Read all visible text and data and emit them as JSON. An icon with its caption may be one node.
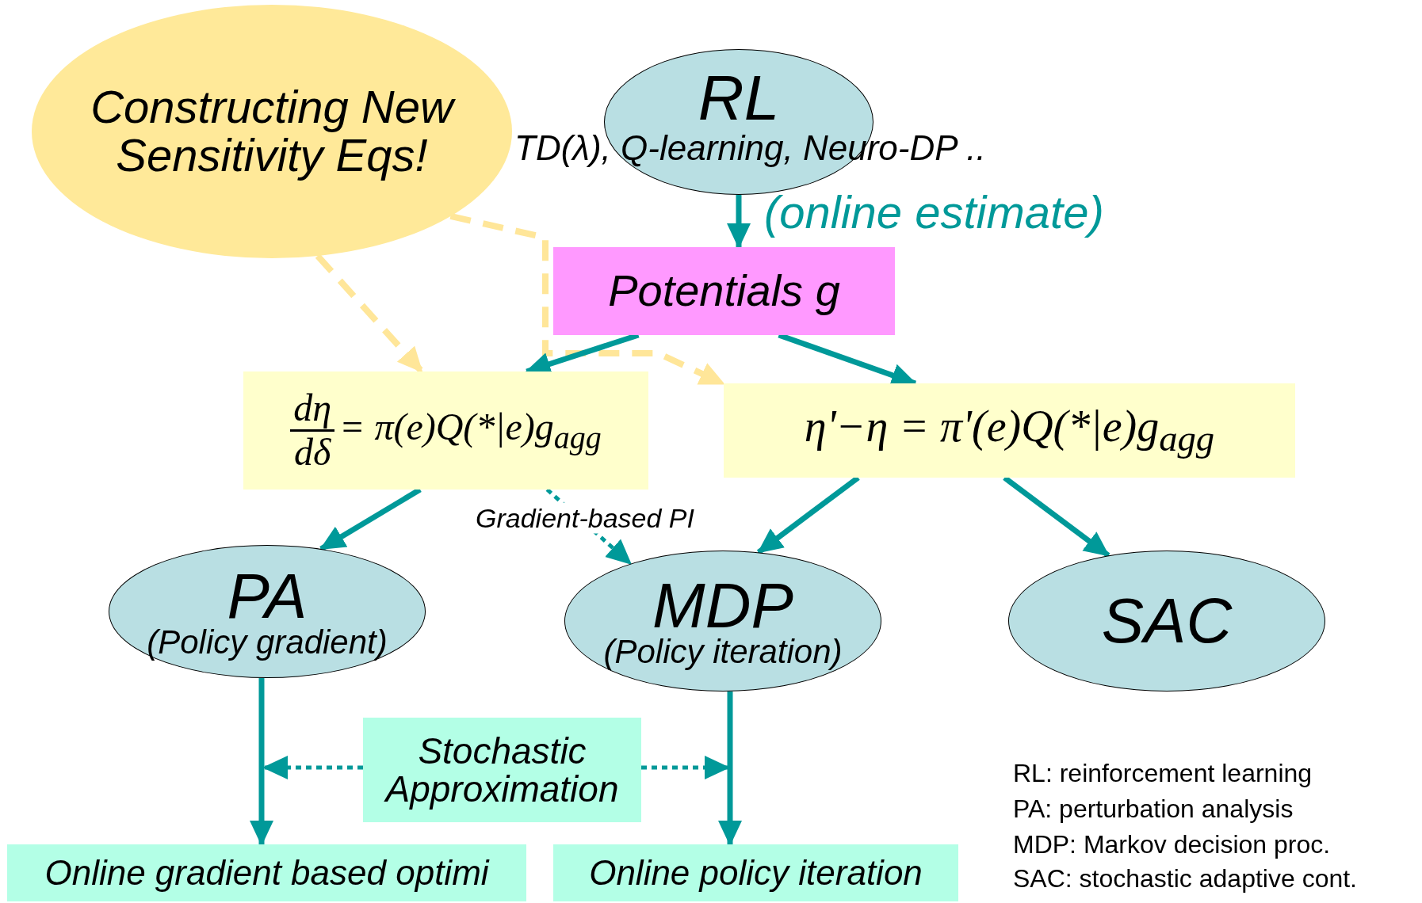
{
  "diagram": {
    "nodes": [
      {
        "text": [
          "Constructing New Sensitivity Eqs!"
        ]
      },
      {
        "text": [
          "RL"
        ]
      },
      {
        "text": [
          "Potentials g"
        ]
      },
      {
        "text": [
          "dη",
          "dδ",
          "= π(e)Q(*|e)g$_{agg}$"
        ]
      },
      {
        "text": [
          "η'−η = π'(e)Q(*|e)g$_{agg}$"
        ]
      },
      {
        "text": [
          "PA",
          "(Policy gradient)"
        ]
      },
      {
        "text": [
          "MDP",
          "(Policy iteration)"
        ]
      },
      {
        "text": [
          "SAC"
        ]
      },
      {
        "text": [
          "Stochastic Approximation"
        ]
      },
      {
        "text": [
          "Online gradient based optimi"
        ]
      },
      {
        "text": [
          "Online policy iteration"
        ]
      }
    ],
    "edges": [
      {
        "from": 0,
        "to": 3,
        "arrow": "to",
        "style": "dashed",
        "color": "#ffe699"
      },
      {
        "from": 0,
        "to": 4,
        "arrow": "to",
        "style": "dashed",
        "color": "#ffe699"
      },
      {
        "from": 1,
        "to": 2,
        "arrow": "to"
      },
      {
        "from": 2,
        "to": 3,
        "arrow": "to"
      },
      {
        "from": 2,
        "to": 4,
        "arrow": "to"
      },
      {
        "from": 3,
        "to": 5,
        "arrow": "to"
      },
      {
        "from": 4,
        "to": 6,
        "arrow": "to"
      },
      {
        "from": 4,
        "to": 7,
        "arrow": "to"
      },
      {
        "from": 3,
        "to": 6,
        "arrow": "to",
        "style": "dashed",
        "label": "Gradient-based PI"
      },
      {
        "from": 5,
        "to": 9,
        "arrow": "to"
      },
      {
        "from": 6,
        "to": 10,
        "arrow": "to"
      },
      {
        "from": 8,
        "to": null,
        "arrow": "to",
        "style": "dashed"
      },
      {
        "from": 8,
        "to": null,
        "arrow": "to",
        "style": "dashed"
      }
    ],
    "labels": [
      "TD(λ), Q-learning, Neuro-DP ..",
      "(online estimate)",
      "RL: reinforcement learning",
      "PA: perturbation analysis",
      "MDP: Markov decision proc.",
      "SAC: stochastic adaptive cont."
    ]
  }
}
